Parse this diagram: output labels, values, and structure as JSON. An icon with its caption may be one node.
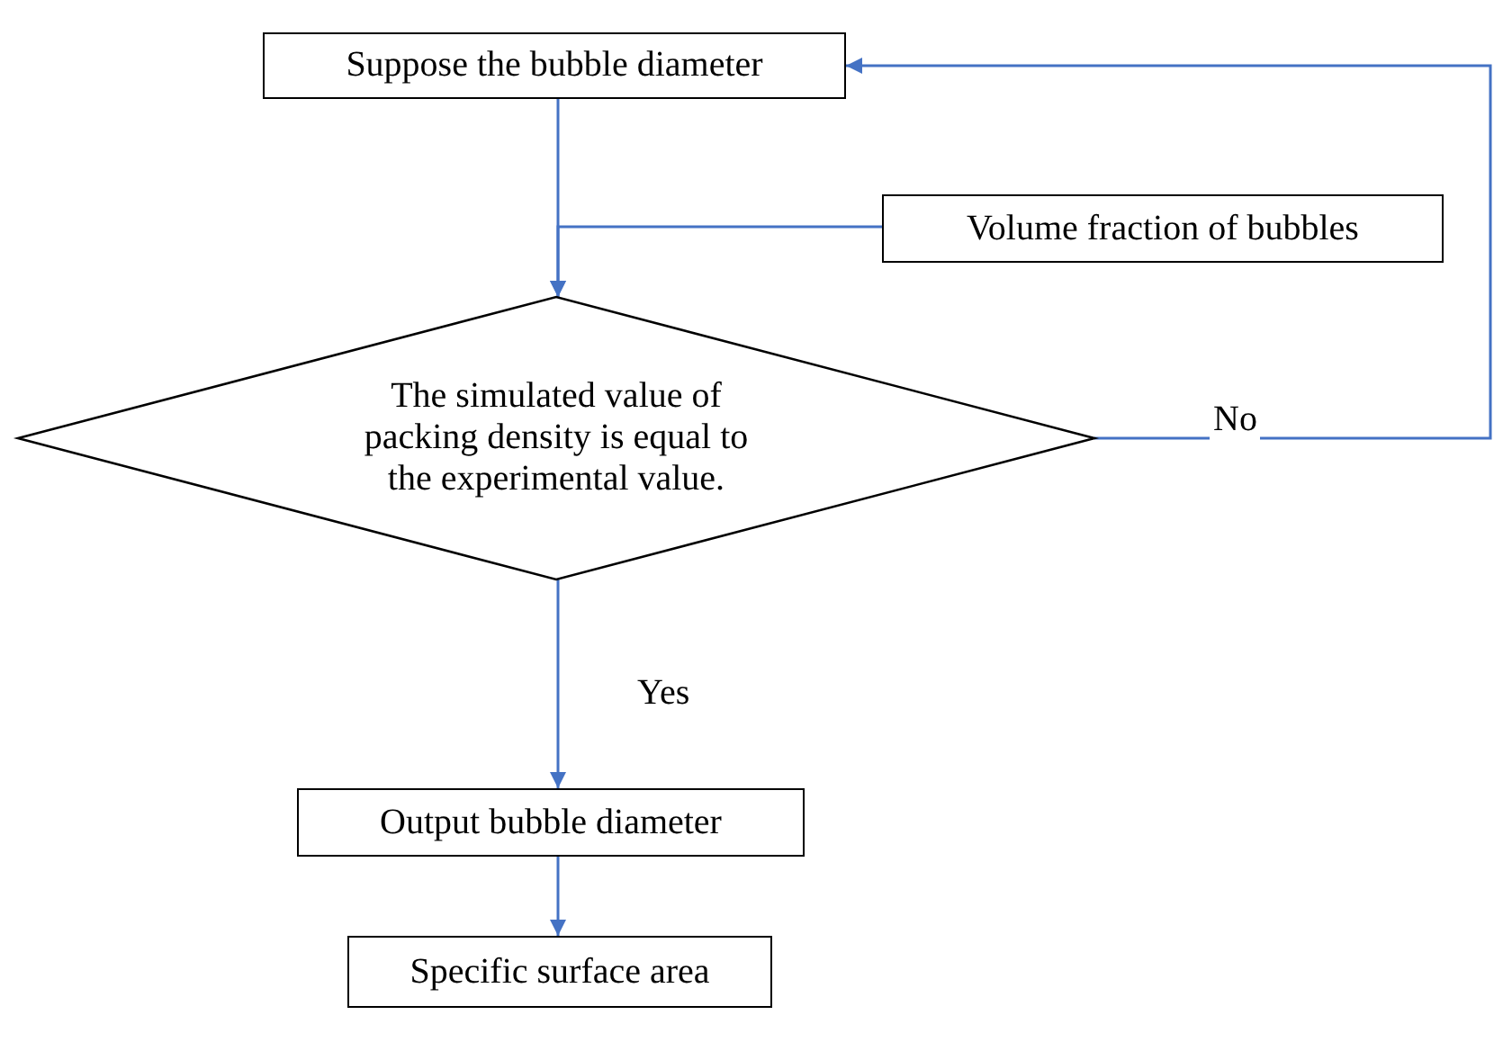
{
  "diagram": {
    "nodes": [
      {
        "text": [
          "Suppose the bubble diameter"
        ]
      },
      {
        "text": [
          "Volume fraction of bubbles"
        ]
      },
      {
        "text": [
          "The simulated value of packing density is equal to the experimental value."
        ]
      },
      {
        "text": [
          "Output bubble diameter"
        ]
      },
      {
        "text": [
          "Specific surface area"
        ]
      }
    ],
    "edges": [
      {
        "from": 0,
        "to": 2,
        "arrow": "to"
      },
      {
        "from": 1,
        "to": 2,
        "arrow": "to"
      },
      {
        "from": 2,
        "to": 0,
        "arrow": "to",
        "label": "No"
      },
      {
        "from": 2,
        "to": 3,
        "arrow": "to",
        "label": "Yes"
      },
      {
        "from": 3,
        "to": 4,
        "arrow": "to"
      }
    ]
  }
}
